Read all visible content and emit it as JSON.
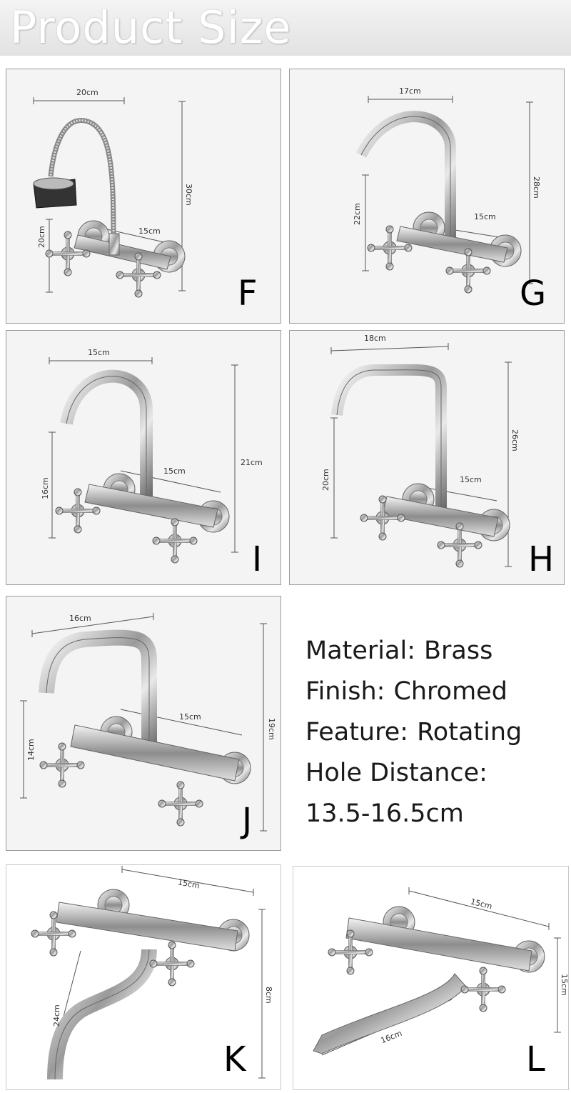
{
  "header": {
    "title": "Product Size"
  },
  "panels": {
    "F": {
      "letter": "F",
      "d1": "20cm",
      "d2": "30cm",
      "d3": "20cm",
      "d4": "15cm"
    },
    "G": {
      "letter": "G",
      "d1": "17cm",
      "d2": "28cm",
      "d3": "22cm",
      "d4": "15cm"
    },
    "I": {
      "letter": "I",
      "d1": "15cm",
      "d2": "21cm",
      "d3": "16cm",
      "d4": "15cm"
    },
    "H": {
      "letter": "H",
      "d1": "18cm",
      "d2": "26cm",
      "d3": "20cm",
      "d4": "15cm"
    },
    "J": {
      "letter": "J",
      "d1": "16cm",
      "d2": "19cm",
      "d3": "14cm",
      "d4": "15cm"
    },
    "K": {
      "letter": "K",
      "d1": "15cm",
      "d2": "8cm",
      "d3": "24cm"
    },
    "L": {
      "letter": "L",
      "d1": "15cm",
      "d2": "15cm",
      "d3": "16cm"
    }
  },
  "specs": {
    "material_label": "Material:",
    "material_value": "Brass",
    "finish_label": "Finish:",
    "finish_value": "Chromed",
    "feature_label": "Feature:",
    "feature_value": "Rotating",
    "hole_label": "Hole Distance:",
    "hole_value": "13.5-16.5cm"
  }
}
